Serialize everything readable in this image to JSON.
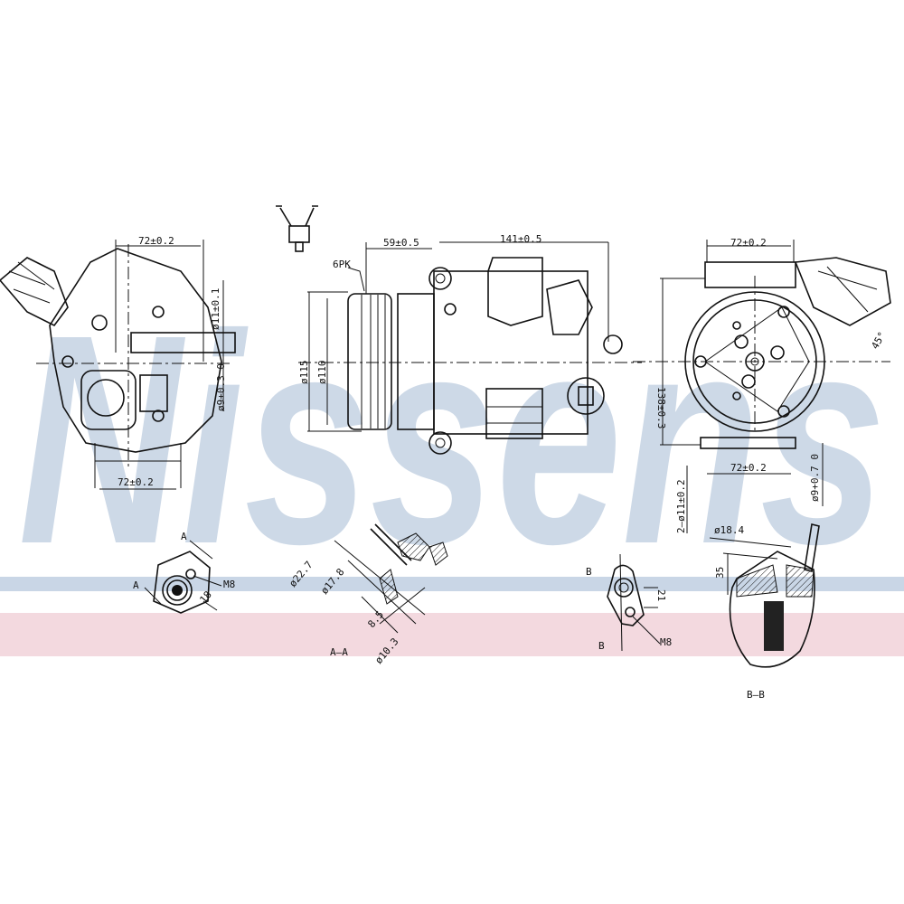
{
  "watermark": {
    "text": "Nissens",
    "color": "#cdd9e7"
  },
  "stripes": {
    "blue": "#c9d6e6",
    "pink": "#f3d9df"
  },
  "left_view": {
    "width_top": "72±0.2",
    "hole_dia": "ø11±0.1",
    "pin_dia": "ø9+0.3 0",
    "width_bottom": "72±0.2"
  },
  "side_view": {
    "pulley_offset": "59±0.5",
    "body_length": "141±0.5",
    "belt": "6PK",
    "dia_outer": "ø115",
    "dia_inner": "ø110"
  },
  "right_view": {
    "width_top": "72±0.2",
    "height": "138±0.3",
    "width_bottom": "72±0.2",
    "holes": "2–ø11±0.2",
    "pin_dia": "ø9+0.7 0",
    "angle": "45°"
  },
  "detail_a": {
    "label_top": "A",
    "label_left": "A",
    "thread": "M8",
    "dist": "18"
  },
  "section_aa": {
    "d1": "ø22.7",
    "d2": "ø17.8",
    "depth": "8.5",
    "d3": "ø10.3",
    "title": "A–A"
  },
  "detail_b": {
    "label_top": "B",
    "label_bottom": "B",
    "thread": "M8",
    "dist": "21"
  },
  "section_bb": {
    "d1": "ø18.4",
    "depth": "35",
    "title": "B–B"
  }
}
